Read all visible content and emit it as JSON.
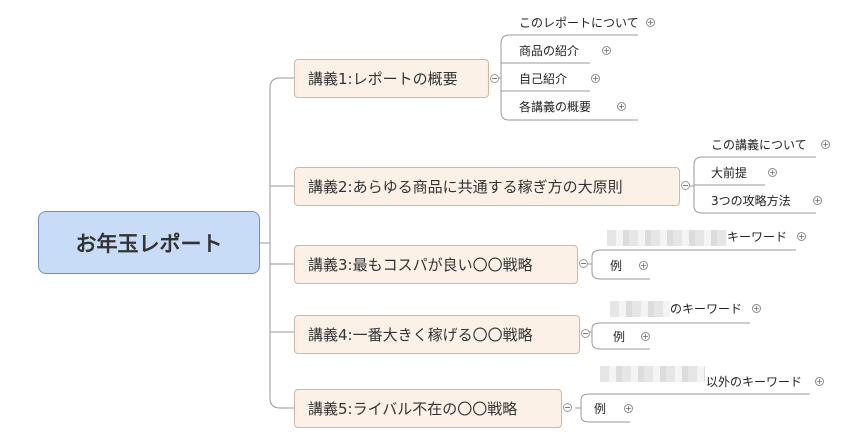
{
  "root": {
    "label": "お年玉レポート"
  },
  "branches": [
    {
      "label": "講義1:レポートの概要",
      "children": [
        "このレポートについて",
        "商品の紹介",
        "自己紹介",
        "各講義の概要"
      ]
    },
    {
      "label": "講義2:あらゆる商品に共通する稼ぎ方の大原則",
      "children": [
        "この講義について",
        "大前提",
        "3つの攻略方法"
      ]
    },
    {
      "label": "講義3:最もコスパが良い〇〇戦略",
      "children": [
        "キーワード",
        "例"
      ]
    },
    {
      "label": "講義4:一番大きく稼げる〇〇戦略",
      "children": [
        "のキーワード",
        "例"
      ]
    },
    {
      "label": "講義5:ライバル不在の〇〇戦略",
      "children": [
        "以外のキーワード",
        "例"
      ]
    }
  ],
  "colors": {
    "root_fill": "#c8dbf7",
    "branch_fill": "#fbf1e7",
    "line": "#9a9a9a"
  }
}
